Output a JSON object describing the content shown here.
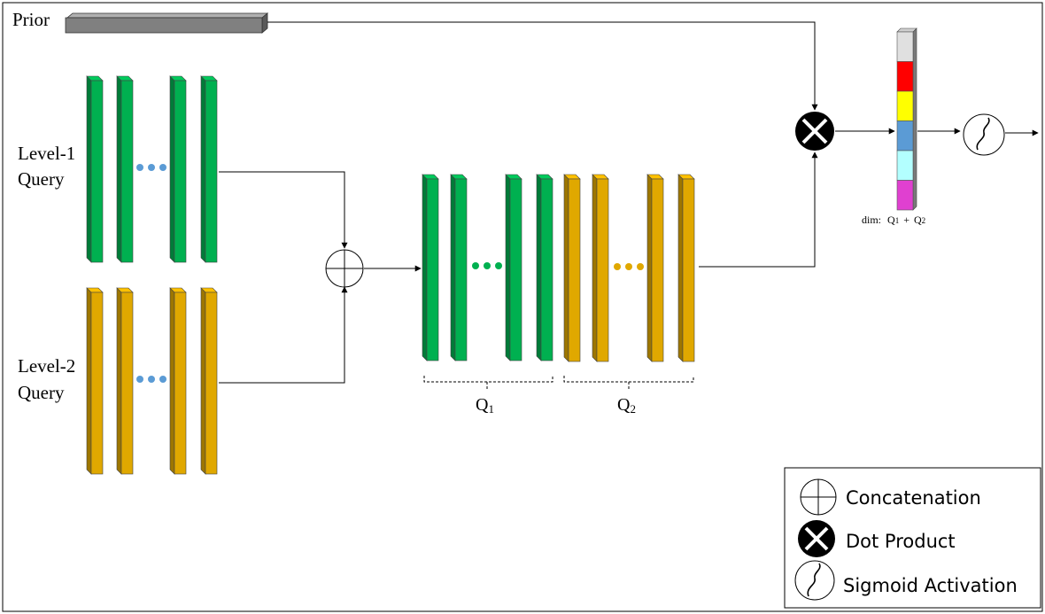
{
  "labels": {
    "prior": "Prior",
    "level1_line1": "Level-1",
    "level1_line2": "Query",
    "level2_line1": "Level-2",
    "level2_line2": "Query",
    "q1": "Q",
    "q1_sub": "1",
    "q2": "Q",
    "q2_sub": "2",
    "dim_prefix": "dim:",
    "dim_q1": "Q",
    "dim_q1_sub": "1",
    "dim_plus": "+",
    "dim_q2": "Q",
    "dim_q2_sub": "2"
  },
  "legend": {
    "concat": "Concatenation",
    "dot": "Dot Product",
    "sigmoid": "Sigmoid Activation"
  },
  "colors": {
    "green": "#00b050",
    "orange": "#e0a800",
    "prior_gray": "#808080",
    "vector_segments": [
      "#e0e0e0",
      "#ff0000",
      "#ffff00",
      "#5b9bd5",
      "#b3ffff",
      "#e040d0"
    ]
  }
}
